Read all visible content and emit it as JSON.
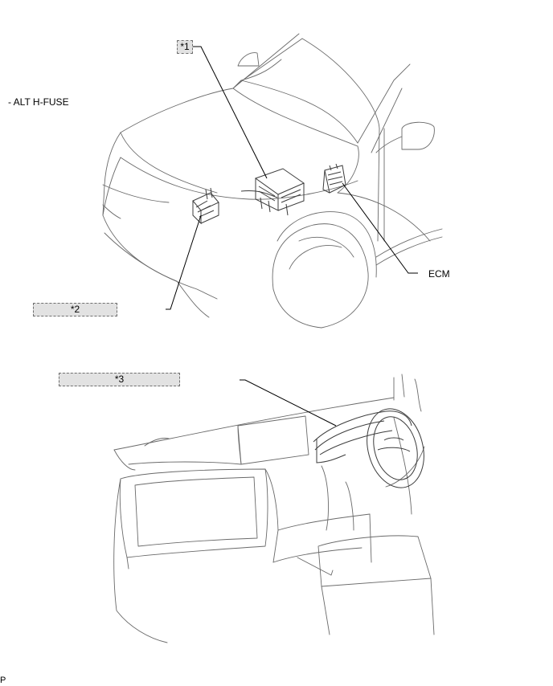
{
  "callouts": {
    "c1": "*1",
    "c2": "*2",
    "c3": "*3"
  },
  "legend": {
    "alt_hfuse": "- ALT H-FUSE"
  },
  "labels": {
    "ecm": "ECM",
    "footer": "P"
  },
  "colors": {
    "line": "#6a6a6a",
    "leader": "#000000",
    "callout_fill": "#e2e2e2",
    "callout_border": "#6f6f6f"
  }
}
